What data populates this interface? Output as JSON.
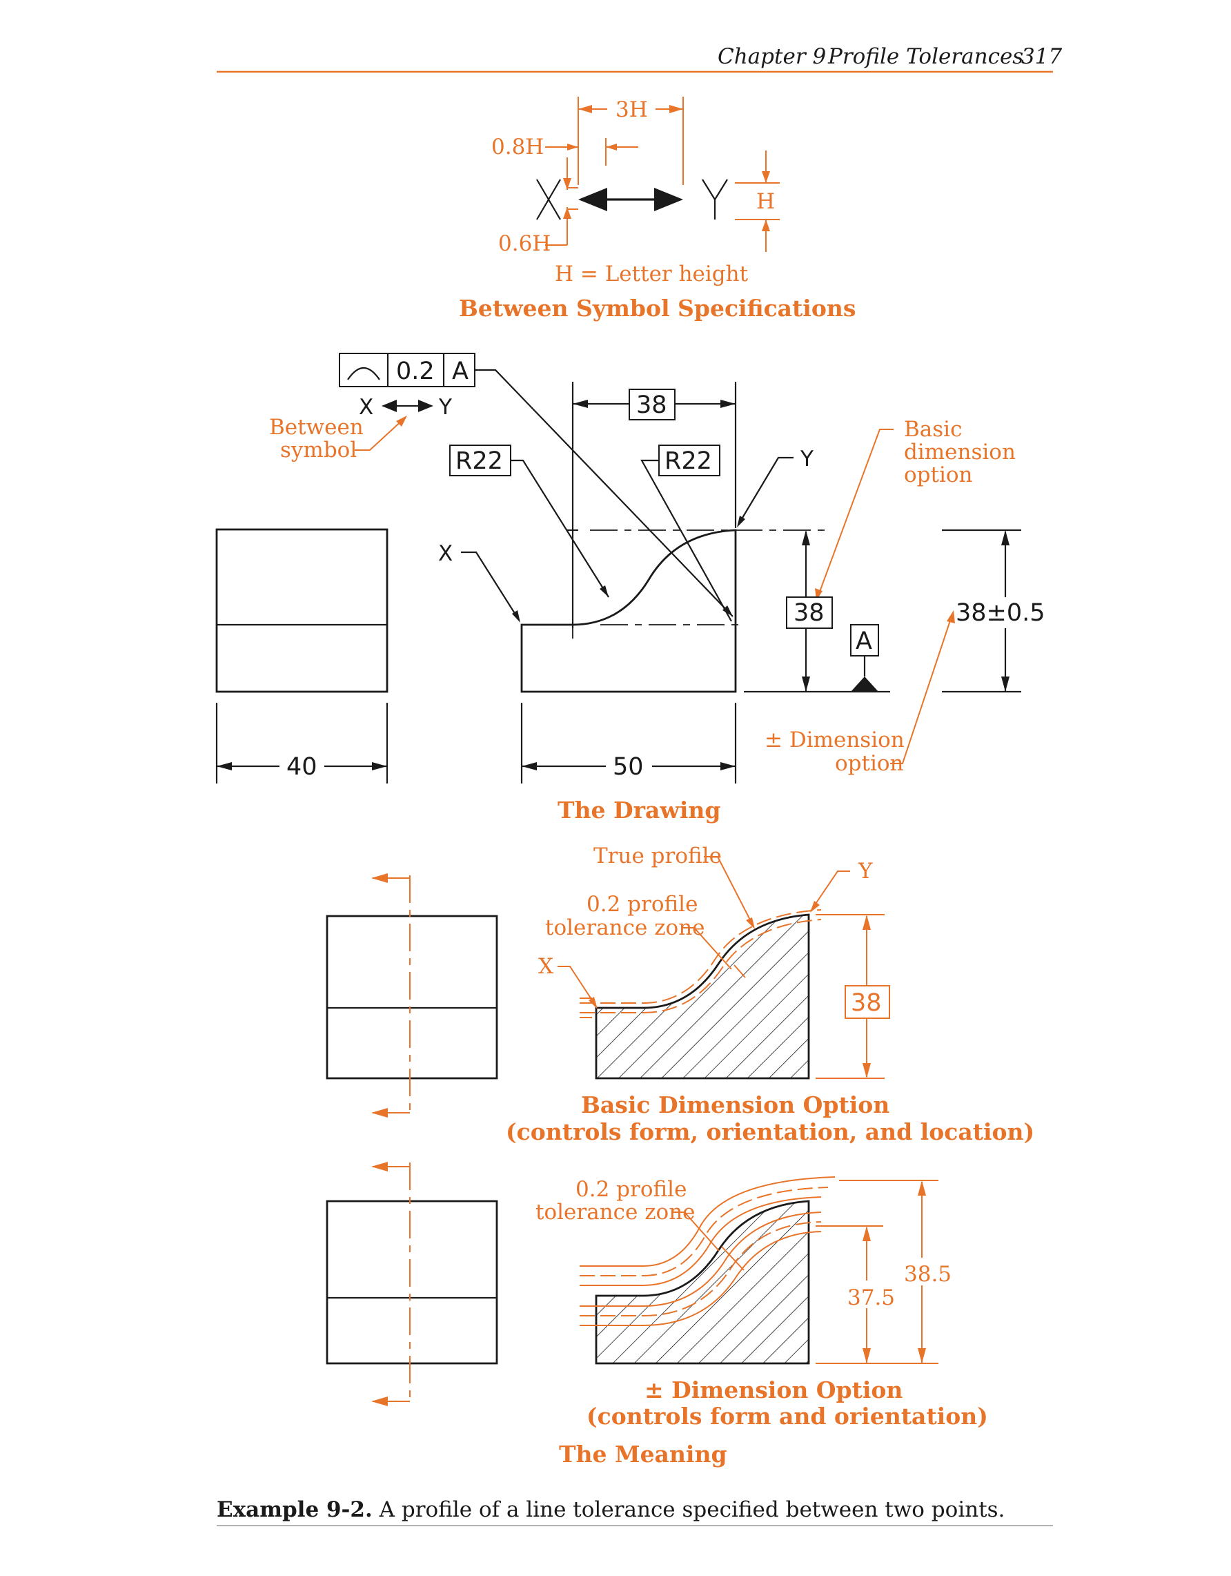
{
  "header": {
    "chapter": "Chapter 9",
    "section": "Profile Tolerances",
    "page_number": "317"
  },
  "symbol_spec": {
    "dim_3h": "3H",
    "dim_0_8h": "0.8H",
    "dim_0_6h": "0.6H",
    "dim_h": "H",
    "letter_x": "X",
    "letter_y": "Y",
    "note": "H = Letter height",
    "title": "Between Symbol Specifications"
  },
  "drawing": {
    "fcf_tolerance": "0.2",
    "fcf_datum": "A",
    "between_x": "X",
    "between_y": "Y",
    "between_symbol_label_1": "Between",
    "between_symbol_label_2": "symbol",
    "radius_1": "R22",
    "radius_2": "R22",
    "basic_38": "38",
    "point_x": "X",
    "point_y": "Y",
    "basic_option_1": "Basic",
    "basic_option_2": "dimension",
    "basic_option_3": "option",
    "basic_height": "38",
    "datum_label": "A",
    "plusminus_height": "38±0.5",
    "width_left": "40",
    "width_right": "50",
    "pm_option_1": "± Dimension",
    "pm_option_2": "option",
    "title": "The Drawing"
  },
  "meaning_basic": {
    "true_profile": "True profile",
    "point_y": "Y",
    "zone_1": "0.2 profile",
    "zone_2": "tolerance zone",
    "point_x": "X",
    "basic_height": "38",
    "title_1": "Basic Dimension Option",
    "title_2": "(controls form, orientation, and location)"
  },
  "meaning_pm": {
    "zone_1": "0.2 profile",
    "zone_2": "tolerance zone",
    "min_height": "37.5",
    "max_height": "38.5",
    "title_1": "± Dimension Option",
    "title_2": "(controls form and orientation)"
  },
  "meaning_title": "The Meaning",
  "caption": {
    "label": "Example 9-2.",
    "text": " A profile of a line tolerance specified between two points."
  }
}
